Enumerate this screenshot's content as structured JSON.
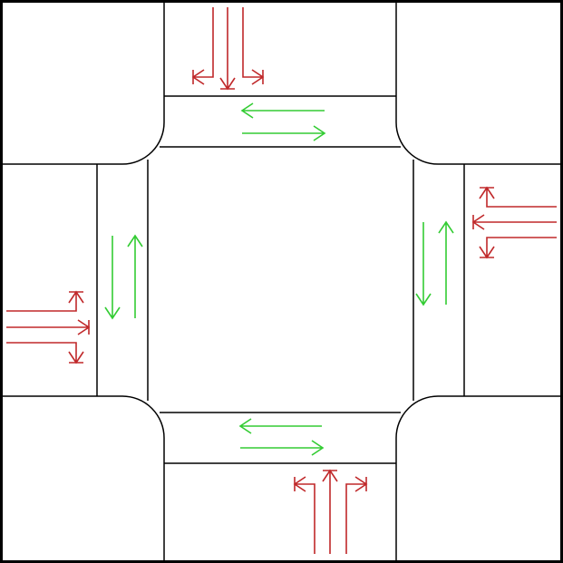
{
  "diagram": {
    "type": "four-way intersection with crosswalks and lane arrows",
    "colors": {
      "road_edge": "#000000",
      "lane_arrow": "#c0282a",
      "crosswalk_arrow": "#33cc33",
      "background": "#ffffff"
    },
    "approaches": [
      {
        "side": "north",
        "lane_movements": [
          "left",
          "straight",
          "right"
        ]
      },
      {
        "side": "west",
        "lane_movements": [
          "left",
          "straight",
          "right"
        ]
      },
      {
        "side": "east",
        "lane_movements": [
          "left",
          "straight",
          "right"
        ]
      },
      {
        "side": "south",
        "lane_movements": [
          "left",
          "straight",
          "right"
        ]
      }
    ],
    "crosswalks": [
      {
        "side": "north",
        "arrows": "bidirectional"
      },
      {
        "side": "west",
        "arrows": "bidirectional"
      },
      {
        "side": "east",
        "arrows": "bidirectional"
      },
      {
        "side": "south",
        "arrows": "bidirectional"
      }
    ]
  }
}
